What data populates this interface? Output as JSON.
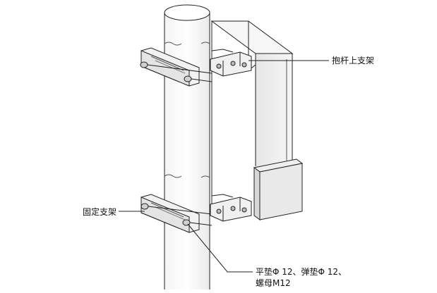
{
  "labels": {
    "pole_upper_bracket": "抱杆上支架",
    "fixed_bracket": "固定支架",
    "washer_spec_line1": "平垫Φ 12、弹垫Φ 12、",
    "washer_spec_line2": "螺母M12"
  }
}
